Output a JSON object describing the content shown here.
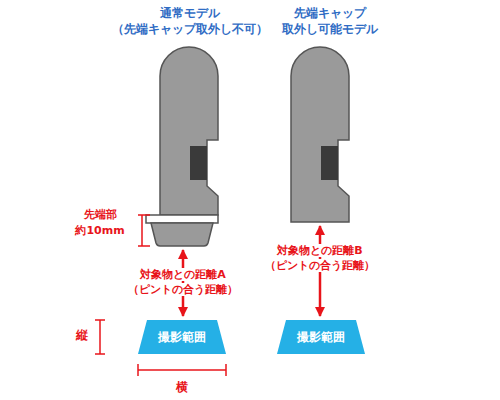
{
  "diagram": {
    "nodes": [
      {
        "text": [
          "撮影範囲"
        ]
      },
      {
        "text": [
          "撮影範囲"
        ]
      }
    ],
    "labels": [
      "通常モデル",
      "（先端キャップ取外し不可）",
      "先端キャップ",
      "取外し可能モデル",
      "先端部",
      "約10mm",
      "対象物との距離A",
      "（ピントの合う距離）",
      "縦",
      "横",
      "対象物との距離B",
      "（ピントの合う距離）"
    ]
  }
}
